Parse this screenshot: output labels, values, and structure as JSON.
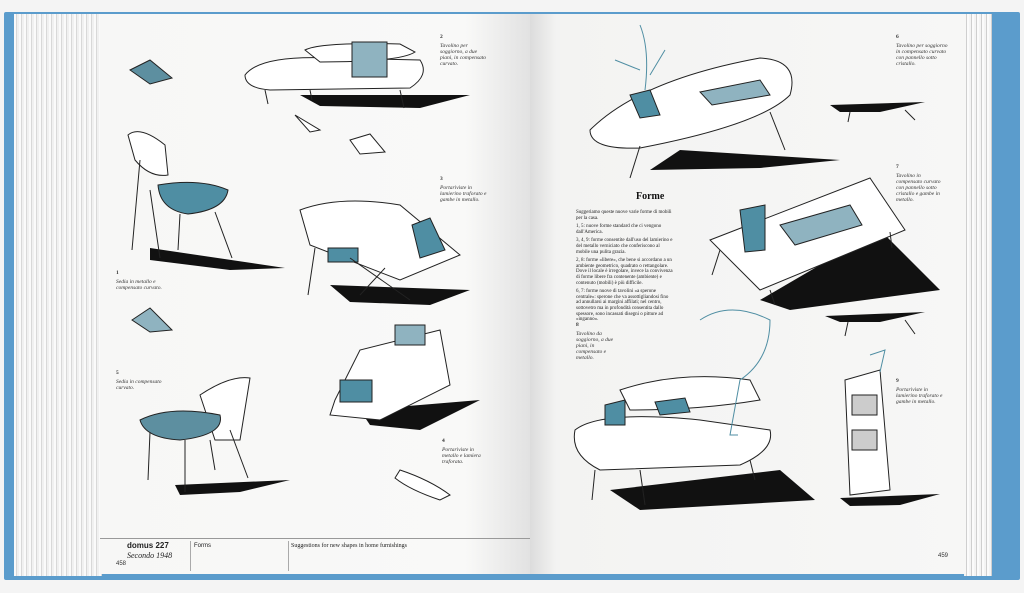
{
  "colors": {
    "cover": "#5b9ccc",
    "accent_teal": "#4f8ea3",
    "ink": "#111111"
  },
  "left_page": {
    "captions": [
      {
        "num": "1",
        "text": "Sedia in metallo e compensato curvato."
      },
      {
        "num": "2",
        "text": "Tavolino per soggiorno, a due piani, in compensato curvato."
      },
      {
        "num": "3",
        "text": "Portariviste in lamierino traforato e gambe in metallo."
      },
      {
        "num": "4",
        "text": "Portariviste in metallo e lamiera traforata."
      },
      {
        "num": "5",
        "text": "Sedia in compensato curvato."
      }
    ],
    "page_number": "458",
    "footer": {
      "magazine": "domus 227",
      "issue": "Secondo 1948",
      "section": "Forms",
      "subtitle": "Suggestions for new shapes in home furnishings"
    }
  },
  "right_page": {
    "title": "Forme",
    "paragraphs": [
      "Suggeriamo queste nuove varie forme di mobili per la casa.",
      "1, 5: nuove forme standard che ci vengono dall'America.",
      "3, 4, 9: forme consentite dall'uso del lamierino e del metallo verniciato che conferiscono al mobile una pulita grazia.",
      "2, 8: forme «libere», che bene si accordano a un ambiente geometrico, quadrato o rettangolare. Dove il locale è irregolare, invece la convivenza di forme libere fra contenente (ambiente) e contenuto (mobili) è più difficile.",
      "6, 7: forme nuove di tavolini «a sperone centrale»: sperone che va assottigliandosi fino ad annullarsi ai margini affilati; nel centro, sottovetro ma in profondità consentita dallo spessore, sono incassati disegni o pitture ad «inganno»."
    ],
    "captions": [
      {
        "num": "6",
        "text": "Tavolino per soggiorno in compensato curvato con pannello sotto cristallo."
      },
      {
        "num": "7",
        "text": "Tavolino in compensato curvato con pannello sotto cristallo e gambe in metallo."
      },
      {
        "num": "8",
        "text": "Tavolino da soggiorno, a due piani, in compensato e metallo."
      },
      {
        "num": "9",
        "text": "Portariviste in lamierino traforato e gambe in metallo."
      }
    ],
    "page_number": "459"
  }
}
